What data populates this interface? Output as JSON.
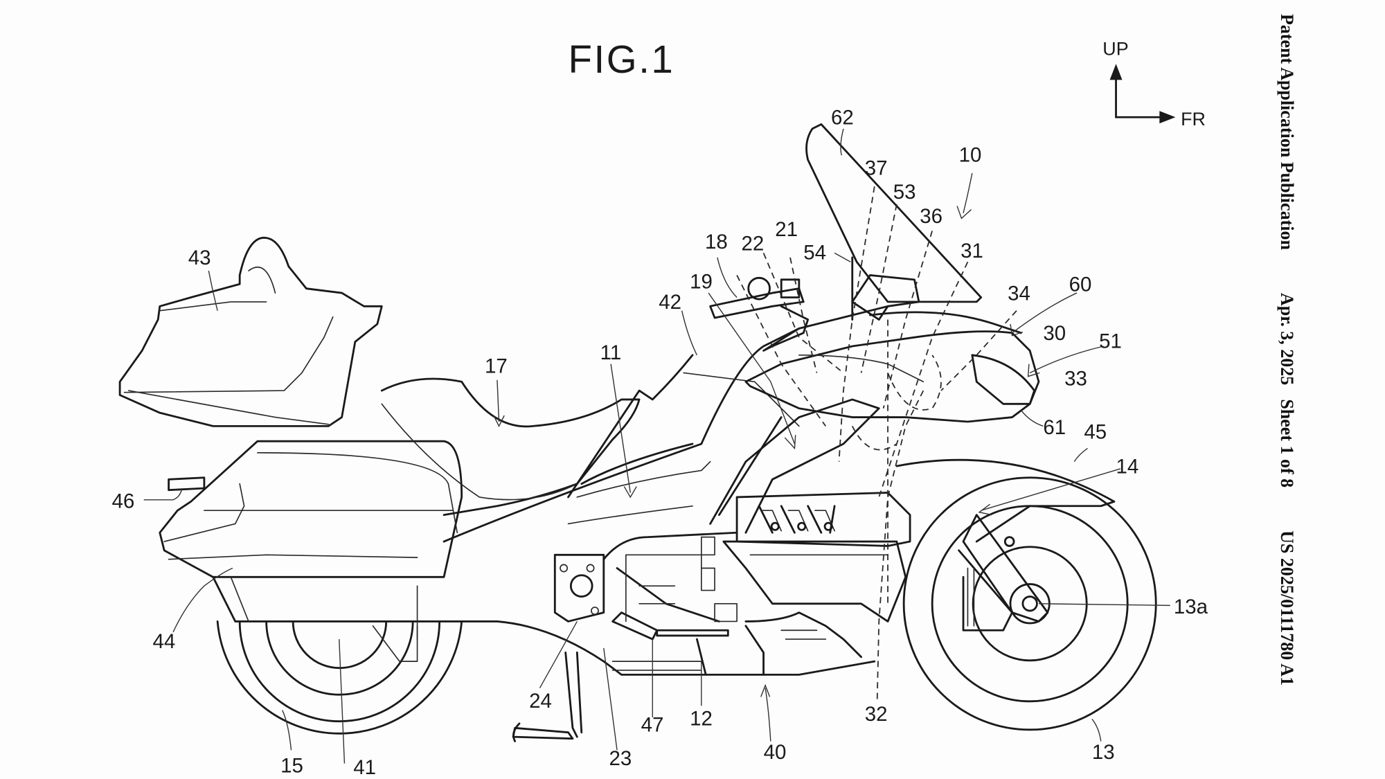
{
  "figure": {
    "title": "FIG.1",
    "orientation": {
      "up_label": "UP",
      "front_label": "FR"
    }
  },
  "header": {
    "publication_type": "Patent Application Publication",
    "date": "Apr. 3, 2025",
    "sheet": "Sheet 1 of 8",
    "publication_number": "US 2025/0111780 A1"
  },
  "reference_numerals": {
    "r10": "10",
    "r11": "11",
    "r12": "12",
    "r13": "13",
    "r13a": "13a",
    "r14": "14",
    "r15": "15",
    "r17": "17",
    "r18": "18",
    "r19": "19",
    "r21": "21",
    "r22": "22",
    "r23": "23",
    "r24": "24",
    "r30": "30",
    "r31": "31",
    "r32": "32",
    "r33": "33",
    "r34": "34",
    "r36": "36",
    "r37": "37",
    "r40": "40",
    "r41": "41",
    "r42": "42",
    "r43": "43",
    "r44": "44",
    "r45": "45",
    "r46": "46",
    "r47": "47",
    "r51": "51",
    "r53": "53",
    "r54": "54",
    "r60": "60",
    "r61": "61",
    "r62": "62"
  }
}
